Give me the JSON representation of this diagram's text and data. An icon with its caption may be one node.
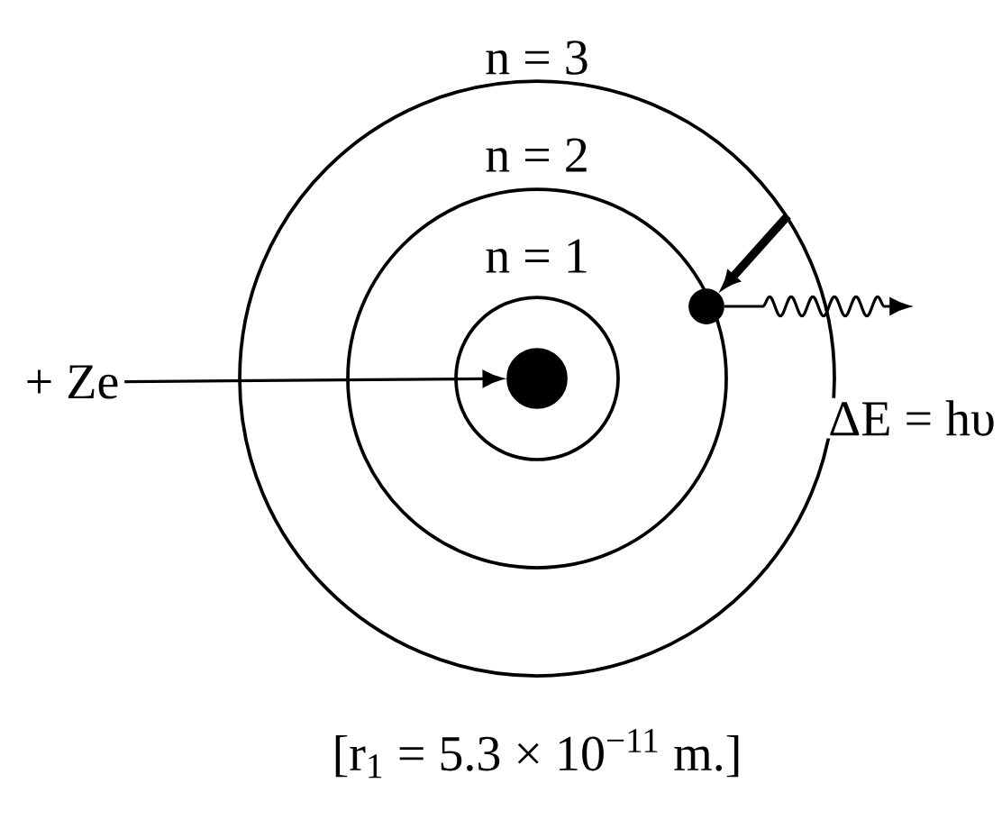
{
  "diagram": {
    "caption": "[r$_{1}$ = 5.3 × 10$^{−11}$ m.]",
    "nodes": [
      {
        "text": [
          "n = 3"
        ]
      },
      {
        "text": [
          "n = 2"
        ],
        "in": 0
      },
      {
        "text": [
          "n = 1"
        ],
        "in": 1
      },
      {
        "text": [],
        "shape": "circle",
        "in": 2
      },
      {
        "text": [],
        "shape": "circle",
        "in": 1
      },
      {
        "text": [
          "+ Ze"
        ]
      }
    ],
    "edges": [
      {
        "from": 5,
        "to": 3,
        "arrow": "to"
      },
      {
        "from": 0,
        "to": 4,
        "arrow": "to",
        "style": "thick"
      },
      {
        "from": 4,
        "to": null,
        "arrow": "to"
      }
    ],
    "labels": [
      "ΔE = hυ"
    ]
  }
}
